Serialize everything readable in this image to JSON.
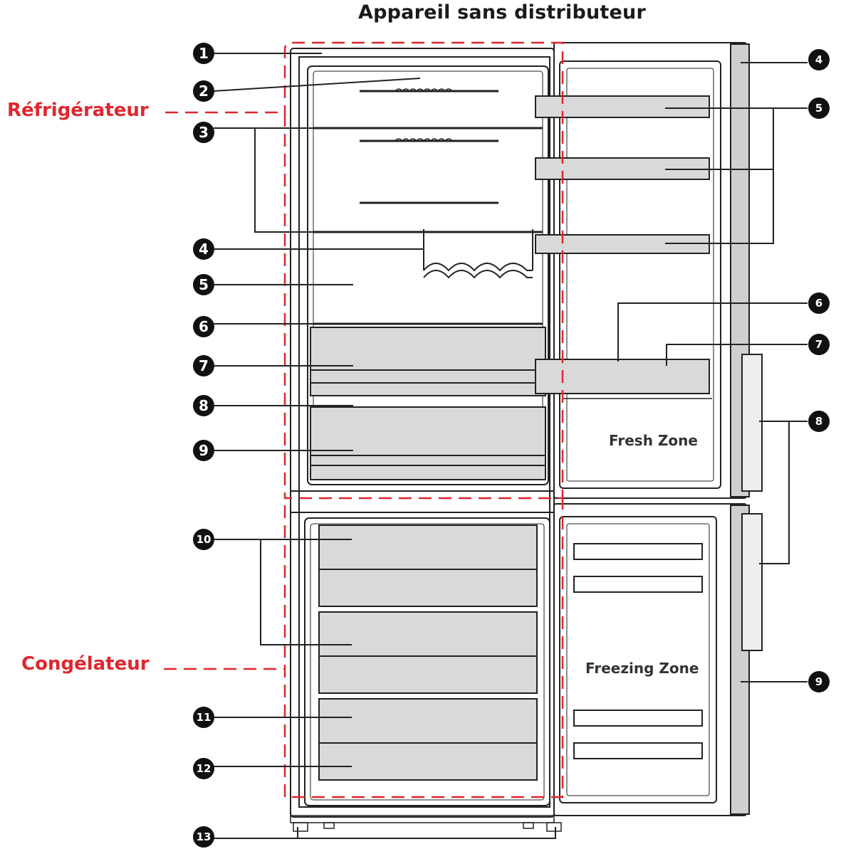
{
  "title": "Appareil sans distributeur",
  "zones": {
    "refrigerator": "Réfrigérateur",
    "freezer": "Congélateur"
  },
  "fridge_door_label": "Fresh Zone",
  "freezer_door_label": "Freezing Zone",
  "callouts_left": [
    "1",
    "2",
    "3",
    "4",
    "5",
    "6",
    "7",
    "8",
    "9",
    "10",
    "11",
    "12",
    "13"
  ],
  "callouts_right": [
    "4",
    "5",
    "6",
    "7",
    "8",
    "9"
  ],
  "colors": {
    "accent": "#e0262d",
    "line": "#222222",
    "badge": "#111111",
    "shelf": "#d9d9d9"
  }
}
